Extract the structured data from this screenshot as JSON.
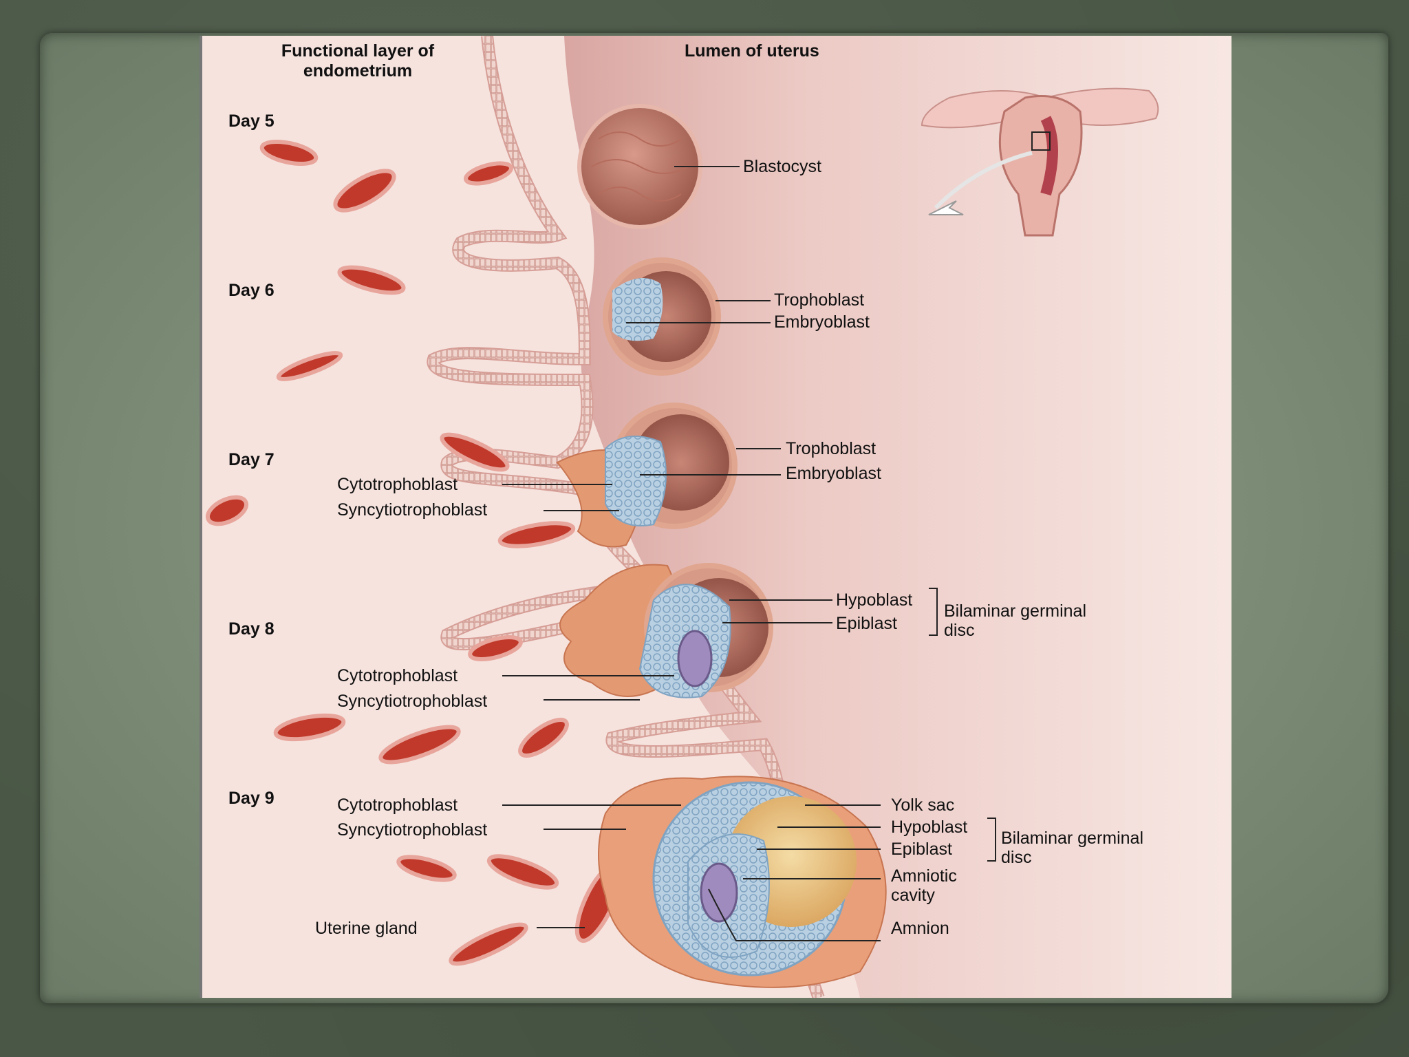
{
  "header": {
    "functional_layer": "Functional layer of endometrium",
    "lumen": "Lumen of uterus"
  },
  "days": {
    "day5": "Day 5",
    "day6": "Day 6",
    "day7": "Day 7",
    "day8": "Day 8",
    "day9": "Day 9"
  },
  "labels": {
    "blastocyst": "Blastocyst",
    "d6_trophoblast": "Trophoblast",
    "d6_embryoblast": "Embryoblast",
    "d7_trophoblast": "Trophoblast",
    "d7_embryoblast": "Embryoblast",
    "d7_cytotrophoblast": "Cytotrophoblast",
    "d7_syncytiotrophoblast": "Syncytiotrophoblast",
    "d8_hypoblast": "Hypoblast",
    "d8_epiblast": "Epiblast",
    "d8_bilaminar": "Bilaminar germinal disc",
    "d8_cytotrophoblast": "Cytotrophoblast",
    "d8_syncytiotrophoblast": "Syncytiotrophoblast",
    "d9_cytotrophoblast": "Cytotrophoblast",
    "d9_syncytiotrophoblast": "Syncytiotrophoblast",
    "d9_yolk_sac": "Yolk sac",
    "d9_hypoblast": "Hypoblast",
    "d9_epiblast": "Epiblast",
    "d9_bilaminar": "Bilaminar germinal disc",
    "d9_amniotic_cavity": "Amniotic cavity",
    "d9_amnion": "Amnion",
    "uterine_gland": "Uterine gland"
  },
  "colors": {
    "endometrium": "#f6e3de",
    "lumen": "#e8c0bb",
    "vessel": "#c0392b",
    "blastocyst_wall": "#c77c6c",
    "cytotrophoblast": "#a9c6dc",
    "syncytiotrophoblast": "#e39a73",
    "yolk_sac": "#e8c27a",
    "slide_background": "#4a5746"
  }
}
